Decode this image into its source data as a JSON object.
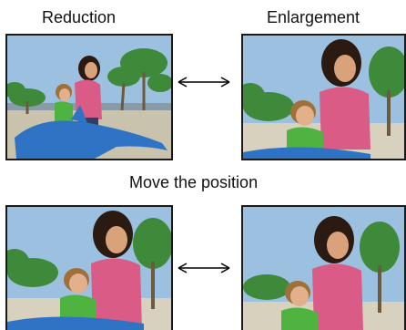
{
  "labels": {
    "reduction": "Reduction",
    "enlargement": "Enlargement",
    "move": "Move the position"
  },
  "colors": {
    "sky": "#9cc0df",
    "tree": "#3e8a3a",
    "dolphin": "#2f73c4",
    "shirt_woman": "#d95b86",
    "shirt_child": "#4fb33f",
    "ground": "#c9c3ad",
    "border": "#1a1a1a"
  },
  "icons": {
    "arrow": "double-headed-horizontal-arrow"
  }
}
